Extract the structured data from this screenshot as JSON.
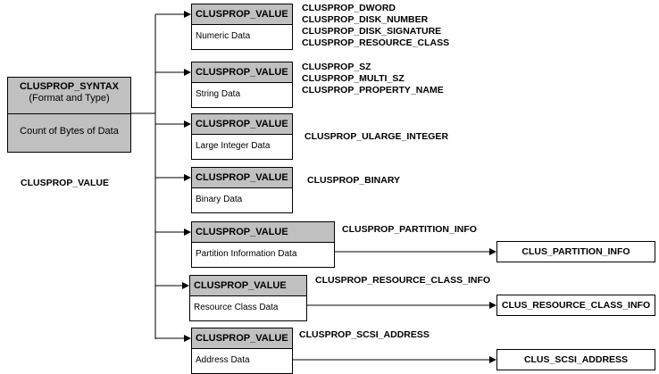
{
  "root": {
    "title": "CLUSPROP_SYNTAX",
    "subtitle": "(Format and Type)",
    "body": "Count of Bytes of Data"
  },
  "caption": "CLUSPROP_VALUE",
  "values": [
    {
      "header": "CLUSPROP_VALUE",
      "body": "Numeric Data",
      "types": [
        "CLUSPROP_DWORD",
        "CLUSPROP_DISK_NUMBER",
        "CLUSPROP_DISK_SIGNATURE",
        "CLUSPROP_RESOURCE_CLASS"
      ]
    },
    {
      "header": "CLUSPROP_VALUE",
      "body": "String Data",
      "types": [
        "CLUSPROP_SZ",
        "CLUSPROP_MULTI_SZ",
        "CLUSPROP_PROPERTY_NAME"
      ]
    },
    {
      "header": "CLUSPROP_VALUE",
      "body": "Large Integer Data",
      "types": [
        "CLUSPROP_ULARGE_INTEGER"
      ]
    },
    {
      "header": "CLUSPROP_VALUE",
      "body": "Binary Data",
      "types": [
        "CLUSPROP_BINARY"
      ]
    },
    {
      "header": "CLUSPROP_VALUE",
      "body": "Partition Information Data",
      "types": [
        "CLUSPROP_PARTITION_INFO"
      ],
      "target": "CLUS_PARTITION_INFO"
    },
    {
      "header": "CLUSPROP_VALUE",
      "body": "Resource Class Data",
      "types": [
        "CLUSPROP_RESOURCE_CLASS_INFO"
      ],
      "target": "CLUS_RESOURCE_CLASS_INFO"
    },
    {
      "header": "CLUSPROP_VALUE",
      "body": "Address Data",
      "types": [
        "CLUSPROP_SCSI_ADDRESS"
      ],
      "target": "CLUS_SCSI_ADDRESS"
    }
  ]
}
